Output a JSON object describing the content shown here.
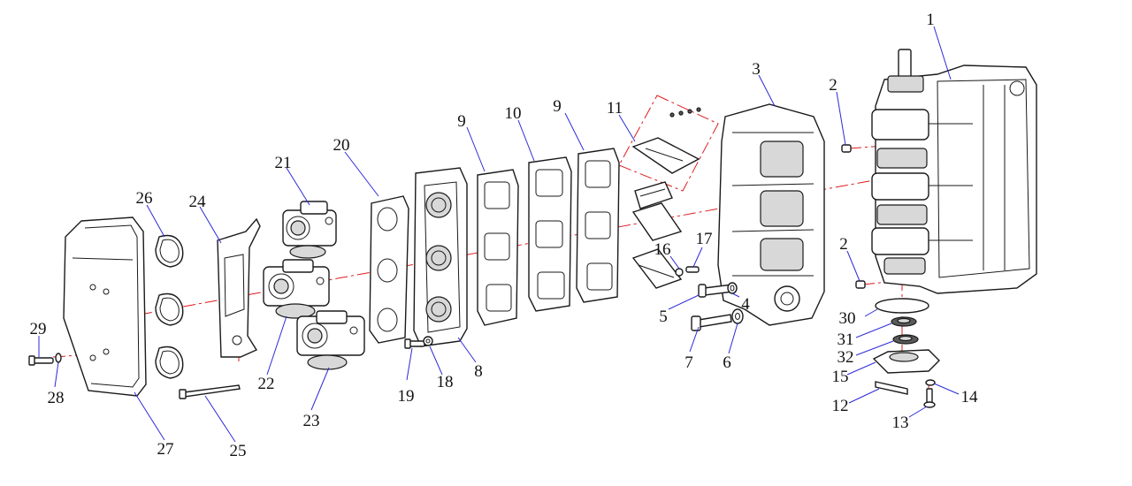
{
  "diagram": {
    "callouts": [
      {
        "id": "p1",
        "number": "1"
      },
      {
        "id": "p2a",
        "number": "2"
      },
      {
        "id": "p2b",
        "number": "2"
      },
      {
        "id": "p3",
        "number": "3"
      },
      {
        "id": "p4",
        "number": "4"
      },
      {
        "id": "p5",
        "number": "5"
      },
      {
        "id": "p6",
        "number": "6"
      },
      {
        "id": "p7",
        "number": "7"
      },
      {
        "id": "p8",
        "number": "8"
      },
      {
        "id": "p9a",
        "number": "9"
      },
      {
        "id": "p9b",
        "number": "9"
      },
      {
        "id": "p10",
        "number": "10"
      },
      {
        "id": "p11",
        "number": "11"
      },
      {
        "id": "p12",
        "number": "12"
      },
      {
        "id": "p13",
        "number": "13"
      },
      {
        "id": "p14",
        "number": "14"
      },
      {
        "id": "p15",
        "number": "15"
      },
      {
        "id": "p16",
        "number": "16"
      },
      {
        "id": "p17",
        "number": "17"
      },
      {
        "id": "p18",
        "number": "18"
      },
      {
        "id": "p19",
        "number": "19"
      },
      {
        "id": "p20",
        "number": "20"
      },
      {
        "id": "p21",
        "number": "21"
      },
      {
        "id": "p22",
        "number": "22"
      },
      {
        "id": "p23",
        "number": "23"
      },
      {
        "id": "p24",
        "number": "24"
      },
      {
        "id": "p25",
        "number": "25"
      },
      {
        "id": "p26",
        "number": "26"
      },
      {
        "id": "p27",
        "number": "27"
      },
      {
        "id": "p28",
        "number": "28"
      },
      {
        "id": "p29",
        "number": "29"
      },
      {
        "id": "p30",
        "number": "30"
      },
      {
        "id": "p31",
        "number": "31"
      },
      {
        "id": "p32",
        "number": "32"
      }
    ],
    "colors": {
      "centerline": "#e0191e",
      "leader": "#2b2bd9",
      "outline": "#1a1a1a",
      "background": "#ffffff"
    }
  }
}
